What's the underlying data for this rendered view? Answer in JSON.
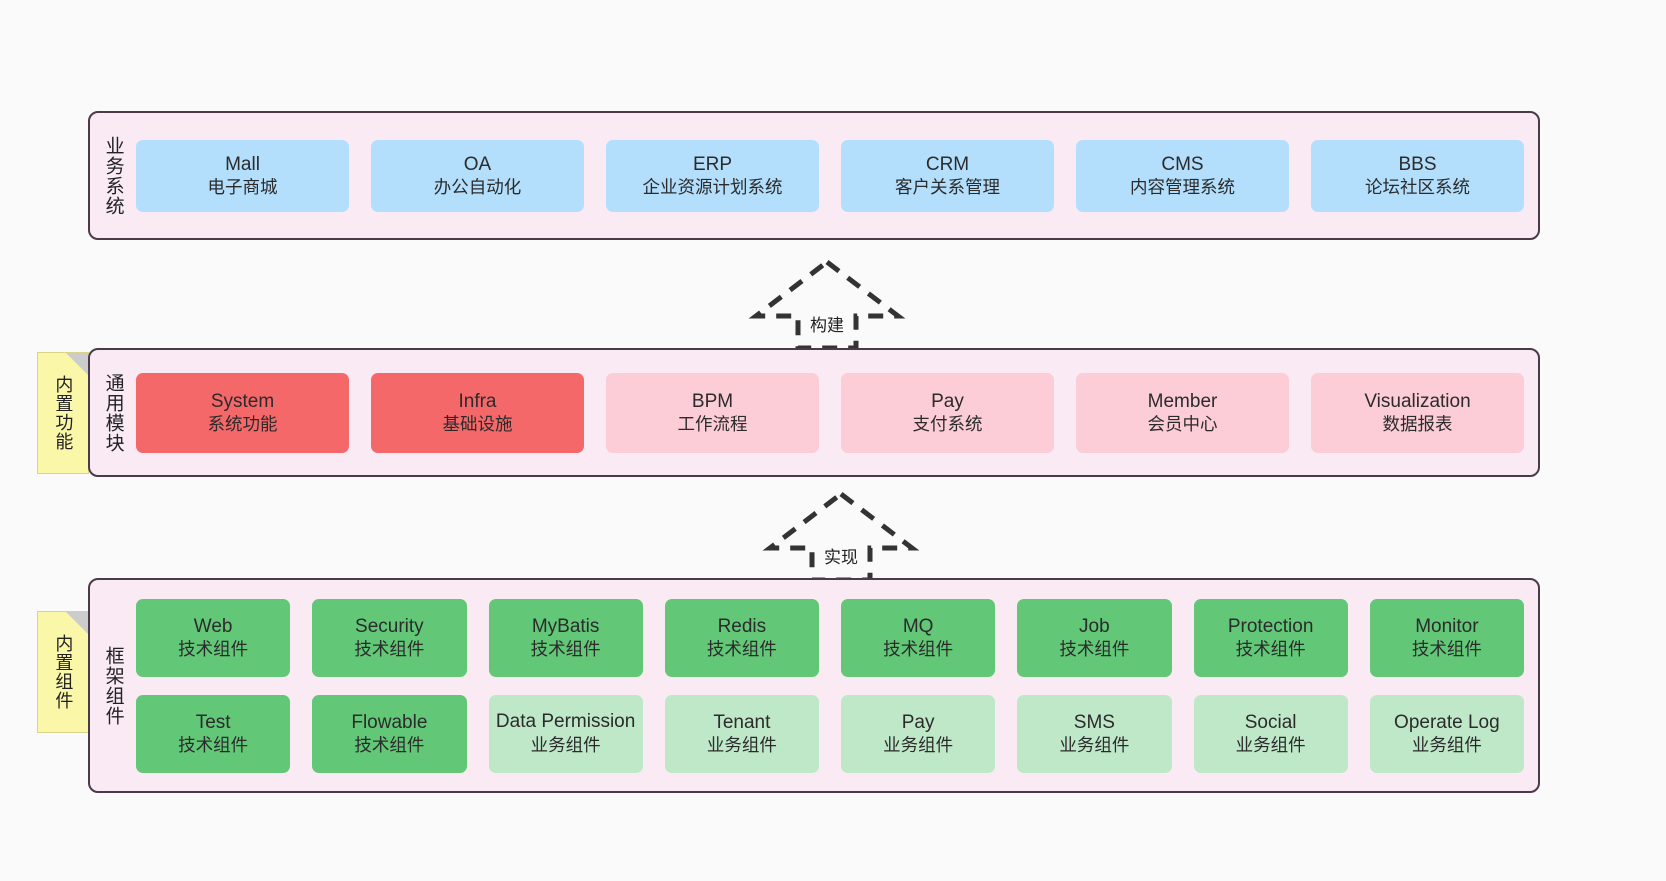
{
  "diagram": {
    "title_colors": {
      "layer_bg": "#f9eaf4",
      "layer_border": "#4a3a4a",
      "business_card": "#b3dffc",
      "module_active": "#f4686a",
      "module_planned": "#fccdd6",
      "component_tech": "#62c878",
      "component_biz": "#bfe8c9",
      "sticky": "#fbf7a8",
      "canvas": "#fafafa"
    }
  },
  "layers": [
    {
      "id": "business",
      "label": "业务系统",
      "rows": [
        [
          {
            "en": "Mall",
            "cn": "电子商城",
            "style": "c-blue"
          },
          {
            "en": "OA",
            "cn": "办公自动化",
            "style": "c-blue"
          },
          {
            "en": "ERP",
            "cn": "企业资源计划系统",
            "style": "c-blue"
          },
          {
            "en": "CRM",
            "cn": "客户关系管理",
            "style": "c-blue"
          },
          {
            "en": "CMS",
            "cn": "内容管理系统",
            "style": "c-blue"
          },
          {
            "en": "BBS",
            "cn": "论坛社区系统",
            "style": "c-blue"
          }
        ]
      ]
    },
    {
      "id": "modules",
      "label": "通用模块",
      "sticky": "内置功能",
      "rows": [
        [
          {
            "en": "System",
            "cn": "系统功能",
            "style": "c-red"
          },
          {
            "en": "Infra",
            "cn": "基础设施",
            "style": "c-red"
          },
          {
            "en": "BPM",
            "cn": "工作流程",
            "style": "c-pink"
          },
          {
            "en": "Pay",
            "cn": "支付系统",
            "style": "c-pink"
          },
          {
            "en": "Member",
            "cn": "会员中心",
            "style": "c-pink"
          },
          {
            "en": "Visualization",
            "cn": "数据报表",
            "style": "c-pink"
          }
        ]
      ]
    },
    {
      "id": "framework",
      "label": "框架组件",
      "sticky": "内置组件",
      "rows": [
        [
          {
            "en": "Web",
            "cn": "技术组件",
            "style": "c-green"
          },
          {
            "en": "Security",
            "cn": "技术组件",
            "style": "c-green"
          },
          {
            "en": "MyBatis",
            "cn": "技术组件",
            "style": "c-green"
          },
          {
            "en": "Redis",
            "cn": "技术组件",
            "style": "c-green"
          },
          {
            "en": "MQ",
            "cn": "技术组件",
            "style": "c-green"
          },
          {
            "en": "Job",
            "cn": "技术组件",
            "style": "c-green"
          },
          {
            "en": "Protection",
            "cn": "技术组件",
            "style": "c-green"
          },
          {
            "en": "Monitor",
            "cn": "技术组件",
            "style": "c-green"
          }
        ],
        [
          {
            "en": "Test",
            "cn": "技术组件",
            "style": "c-green"
          },
          {
            "en": "Flowable",
            "cn": "技术组件",
            "style": "c-green"
          },
          {
            "en": "Data Permission",
            "cn": "业务组件",
            "style": "c-lightgreen"
          },
          {
            "en": "Tenant",
            "cn": "业务组件",
            "style": "c-lightgreen"
          },
          {
            "en": "Pay",
            "cn": "业务组件",
            "style": "c-lightgreen"
          },
          {
            "en": "SMS",
            "cn": "业务组件",
            "style": "c-lightgreen"
          },
          {
            "en": "Social",
            "cn": "业务组件",
            "style": "c-lightgreen"
          },
          {
            "en": "Operate Log",
            "cn": "业务组件",
            "style": "c-lightgreen"
          }
        ]
      ]
    }
  ],
  "arrows": [
    {
      "id": "build",
      "label": "构建",
      "direction": "up"
    },
    {
      "id": "realize",
      "label": "实现",
      "direction": "up"
    }
  ]
}
